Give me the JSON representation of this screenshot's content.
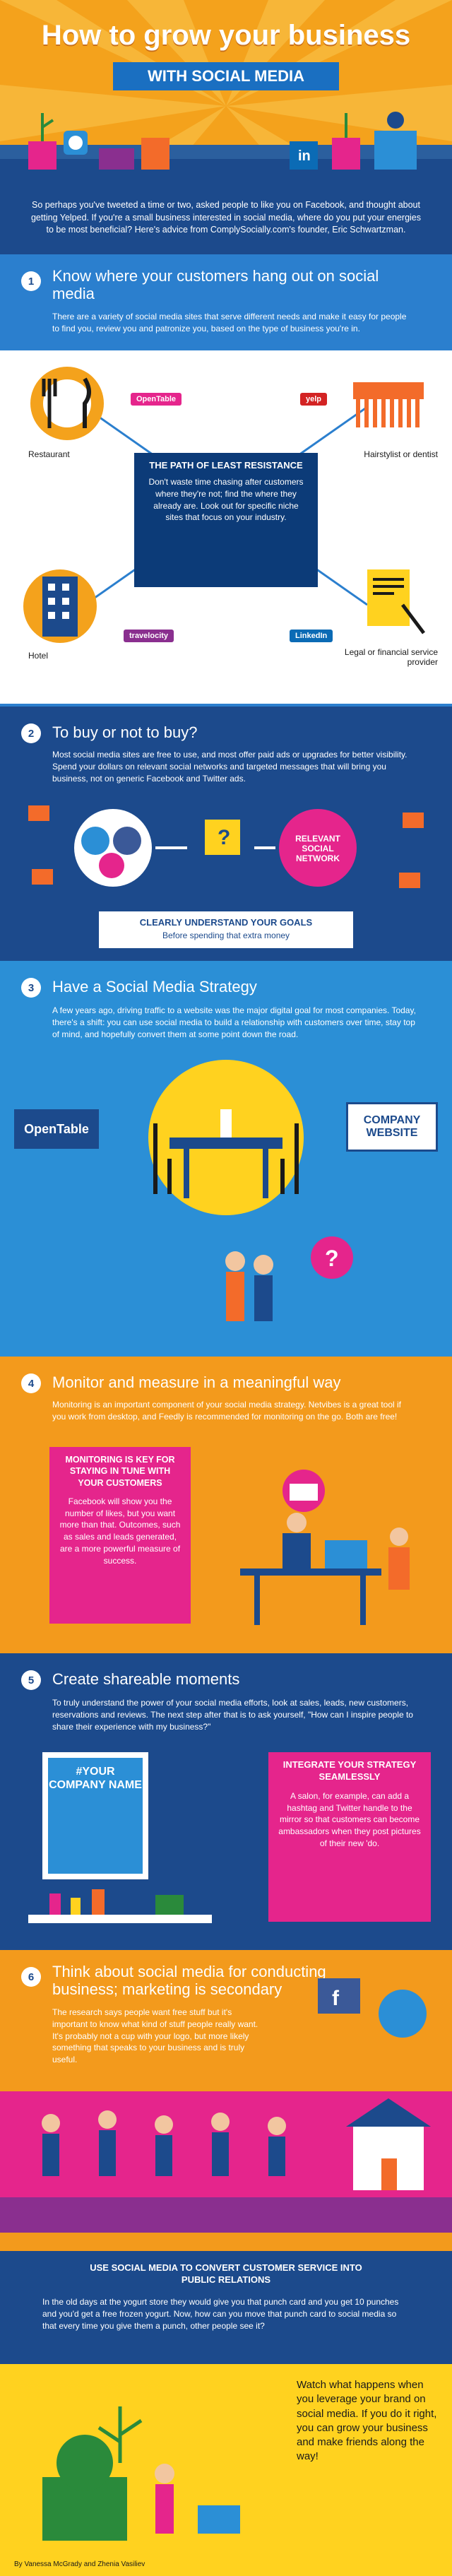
{
  "header": {
    "title": "How to grow your business",
    "subtitle": "WITH SOCIAL MEDIA",
    "intro": "So perhaps you've tweeted a time or two, asked people to like you on Facebook, and thought about getting Yelped. If you're a small business interested in social media, where do you put your energies to be most beneficial? Here's advice from ComplySocially.com's founder, Eric Schwartzman."
  },
  "s1": {
    "number": "1",
    "heading": "Know where your customers hang out on social media",
    "body": "There are a variety of social media sites that serve different needs and make it easy for people to find you, review you and patronize you, based on the type of business you're in.",
    "center_title": "THE PATH OF LEAST RESISTANCE",
    "center_body": "Don't waste time chasing after customers where they're not; find the where they already are. Look out for specific niche sites that focus on your industry.",
    "labels": {
      "restaurant": "Restaurant",
      "hair": "Hairstylist or dentist",
      "hotel": "Hotel",
      "legal": "Legal or financial service provider"
    },
    "badges": {
      "opentable": "OpenTable",
      "yelp": "yelp",
      "travelocity": "travelocity",
      "linkedin": "LinkedIn"
    }
  },
  "s2": {
    "number": "2",
    "heading": "To buy or not to buy?",
    "body": "Most social media sites are free to use, and most offer paid ads or upgrades for better visibility. Spend your dollars on relevant social networks and targeted messages that will bring you business, not on generic Facebook and Twitter ads.",
    "relevant": "RELEVANT SOCIAL NETWORK",
    "goal_title": "CLEARLY UNDERSTAND YOUR GOALS",
    "goal_body": "Before spending that extra money"
  },
  "s3": {
    "number": "3",
    "heading": "Have a Social Media Strategy",
    "body": "A few years ago, driving traffic to a website was the major digital goal for most companies. Today, there's a shift: you can use social media to build a relationship with customers over time, stay top of mind, and hopefully convert them at some point down the road.",
    "opentable": "OpenTable",
    "company": "COMPANY WEBSITE"
  },
  "s4": {
    "number": "4",
    "heading": "Monitor and measure in a meaningful way",
    "body": "Monitoring is an important component of your social media strategy. Netvibes is a great tool if you work from desktop, and Feedly is recommended for monitoring on the go. Both are free!",
    "card_title": "MONITORING IS KEY FOR STAYING IN TUNE WITH YOUR CUSTOMERS",
    "card_body": "Facebook will show you the number of likes, but you want more than that. Outcomes, such as sales and leads generated, are a more powerful measure of success."
  },
  "s5": {
    "number": "5",
    "heading": "Create shareable moments",
    "body": "To truly understand the power of your social media efforts, look at sales, leads, new customers, reservations and reviews. The next step after that is to ask yourself, \"How can I inspire people to share their experience with my business?\"",
    "mirror": "#YOUR COMPANY NAME",
    "card_title": "INTEGRATE YOUR STRATEGY SEAMLESSLY",
    "card_body": "A salon, for example, can add a hashtag and Twitter handle to the mirror so that customers can become ambassadors when they post pictures of their new 'do."
  },
  "s6": {
    "number": "6",
    "heading": "Think about social media for conducting business; marketing is secondary",
    "body": "The research says people want free stuff but it's important to know what kind of stuff people really want. It's probably not a cup with your logo, but more likely something that speaks to your business and is truly useful.",
    "convert_title": "USE SOCIAL MEDIA TO CONVERT CUSTOMER SERVICE INTO PUBLIC RELATIONS",
    "convert_body": "In the old days at the yogurt store they would give you that punch card and you get 10 punches and you'd get a free frozen yogurt. Now, how can you move that punch card to social media so that every time you give them a punch, other people see it?",
    "closing": "Watch what happens when you leverage your brand on social media. If you do it right, you can grow your business and make friends along the way!",
    "credit": "By Vanessa McGrady and Zhenia Vasiliev"
  },
  "colors": {
    "navy": "#1c4a8c",
    "orange": "#f39a1c",
    "blue": "#2b8fd6",
    "pink": "#e5258c",
    "purple": "#8a2f8f",
    "yellow": "#ffd21f"
  }
}
